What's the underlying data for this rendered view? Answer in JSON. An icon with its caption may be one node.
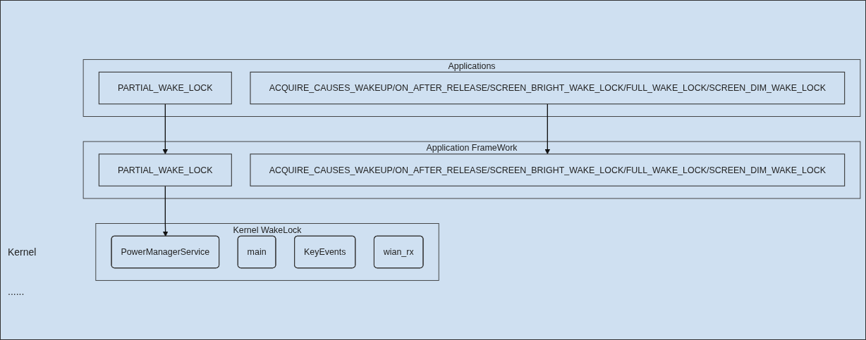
{
  "diagram": {
    "nodes": [
      {
        "text": [
          "Applications"
        ]
      },
      {
        "text": [
          "PARTIAL_WAKE_LOCK"
        ],
        "in": 0
      },
      {
        "text": [
          "ACQUIRE_CAUSES_WAKEUP/ON_AFTER_RELEASE/SCREEN_BRIGHT_WAKE_LOCK/FULL_WAKE_LOCK/SCREEN_DIM_WAKE_LOCK"
        ],
        "in": 0
      },
      {
        "text": [
          "Application FrameWork"
        ]
      },
      {
        "text": [
          "PARTIAL_WAKE_LOCK"
        ],
        "in": 3
      },
      {
        "text": [
          "ACQUIRE_CAUSES_WAKEUP/ON_AFTER_RELEASE/SCREEN_BRIGHT_WAKE_LOCK/FULL_WAKE_LOCK/SCREEN_DIM_WAKE_LOCK"
        ],
        "in": 3
      },
      {
        "text": [
          "Kernel WakeLock"
        ]
      },
      {
        "text": [
          "PowerManagerService"
        ],
        "in": 6
      },
      {
        "text": [
          "main"
        ],
        "in": 6
      },
      {
        "text": [
          "KeyEvents"
        ],
        "in": 6
      },
      {
        "text": [
          "wian_rx"
        ],
        "in": 6
      }
    ],
    "edges": [
      {
        "from": 1,
        "to": 4,
        "arrow": "to"
      },
      {
        "from": 2,
        "to": 5,
        "arrow": "to"
      },
      {
        "from": 4,
        "to": 7,
        "arrow": "to"
      }
    ],
    "labels": [
      "Kernel",
      "......"
    ]
  }
}
